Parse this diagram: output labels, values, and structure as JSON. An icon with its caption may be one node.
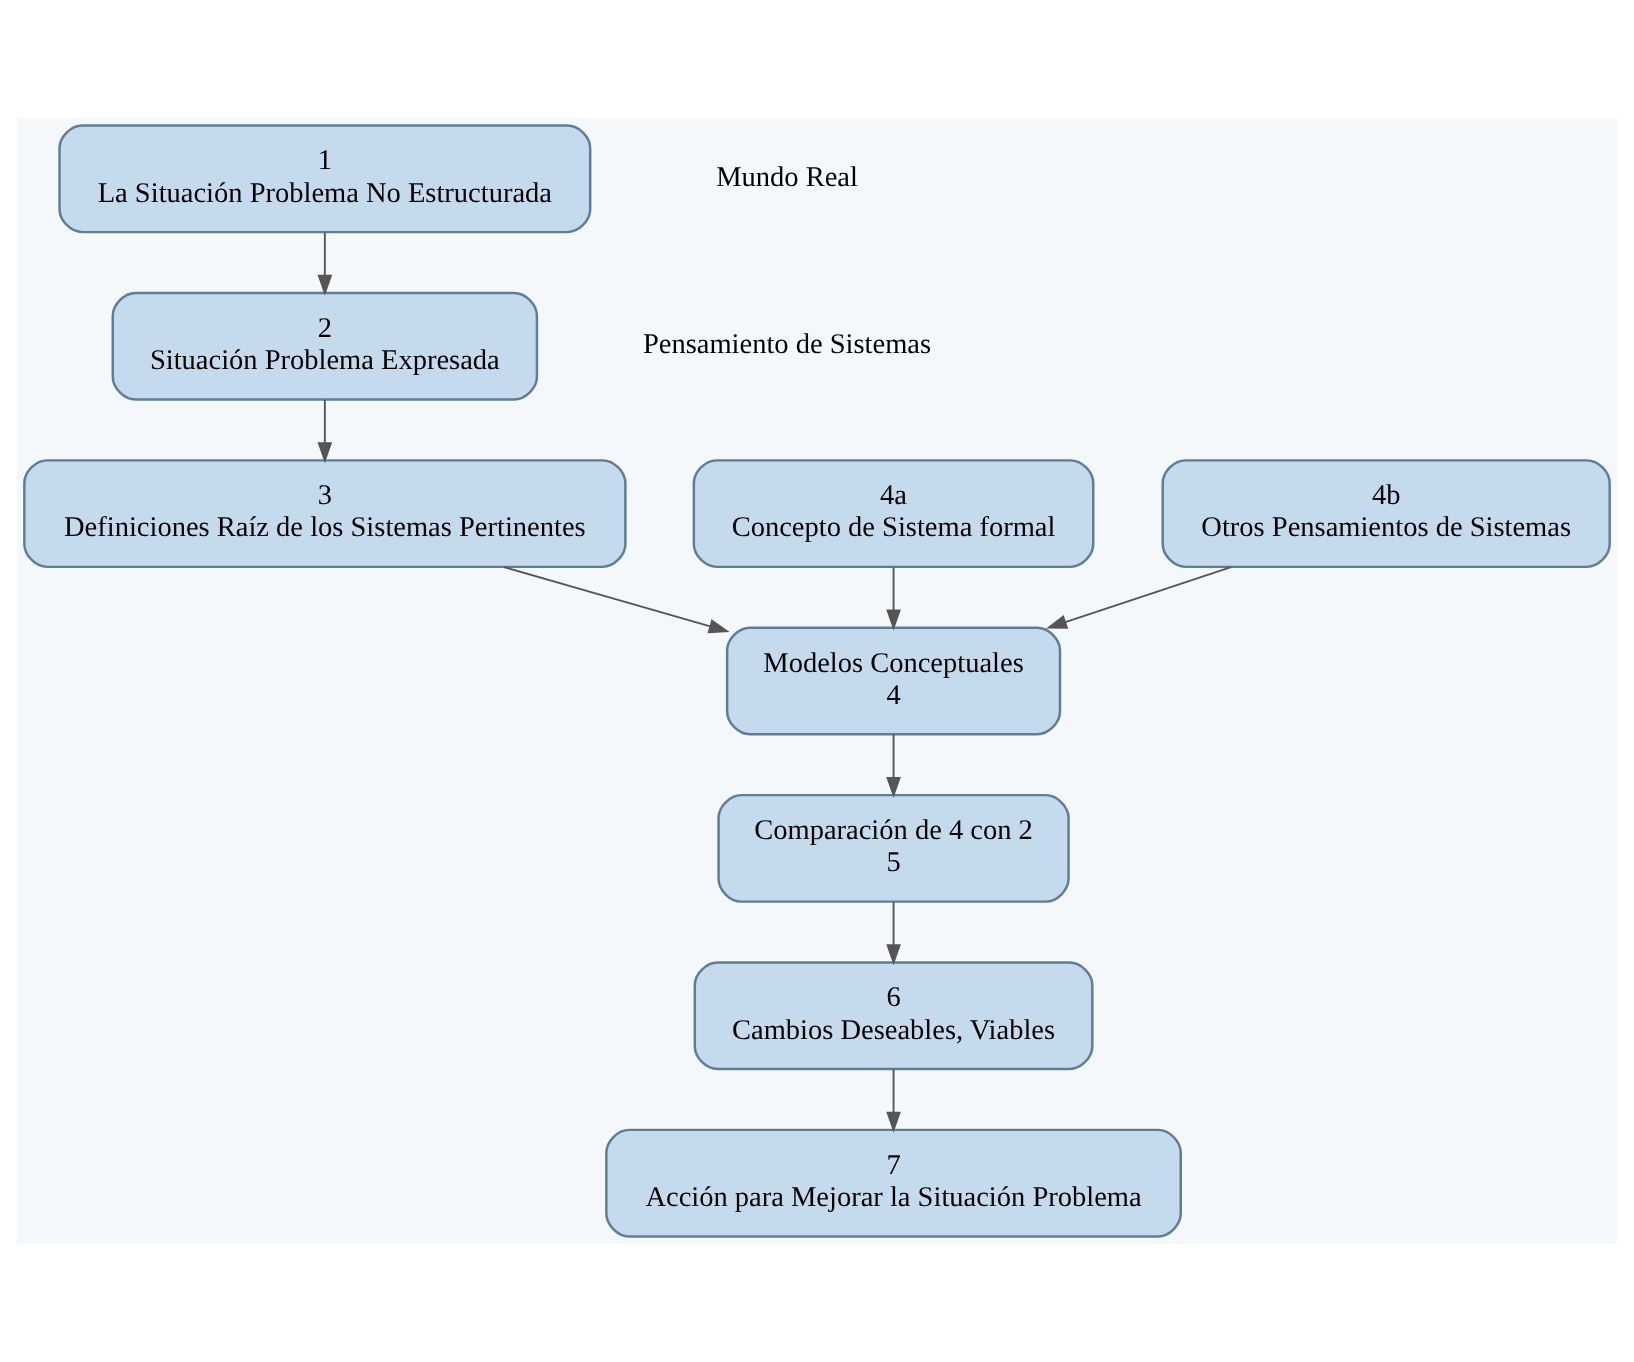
{
  "diagram": {
    "nodes": [
      {
        "text": [
          "1",
          "La Situación Problema No Estructurada"
        ]
      },
      {
        "text": [
          "2",
          "Situación Problema Expresada"
        ]
      },
      {
        "text": [
          "7",
          "Acción para Mejorar la Situación Problema"
        ]
      },
      {
        "text": [
          "6",
          "Cambios Deseables, Viables"
        ]
      },
      {
        "text": [
          "Comparación de 4 con 2",
          "5"
        ]
      },
      {
        "text": [
          "3",
          "Definiciones Raíz de los Sistemas Pertinentes"
        ]
      },
      {
        "text": [
          "Modelos Conceptuales",
          "4"
        ]
      },
      {
        "text": [
          "4a",
          "Concepto de Sistema formal"
        ]
      },
      {
        "text": [
          "4b",
          "Otros Pensamientos de Sistemas"
        ]
      }
    ],
    "edges": [
      {
        "from": 0,
        "to": 1,
        "arrow": "to"
      },
      {
        "from": 1,
        "to": 5,
        "arrow": "to"
      },
      {
        "from": 5,
        "to": 6,
        "arrow": "to"
      },
      {
        "from": 7,
        "to": 6,
        "arrow": "to"
      },
      {
        "from": 8,
        "to": 6,
        "arrow": "to"
      },
      {
        "from": 6,
        "to": 4,
        "arrow": "to"
      },
      {
        "from": 4,
        "to": 3,
        "arrow": "to"
      },
      {
        "from": 3,
        "to": 2,
        "arrow": "to"
      }
    ],
    "labels": [
      "Mundo Real",
      "Pensamiento de Sistemas"
    ]
  }
}
